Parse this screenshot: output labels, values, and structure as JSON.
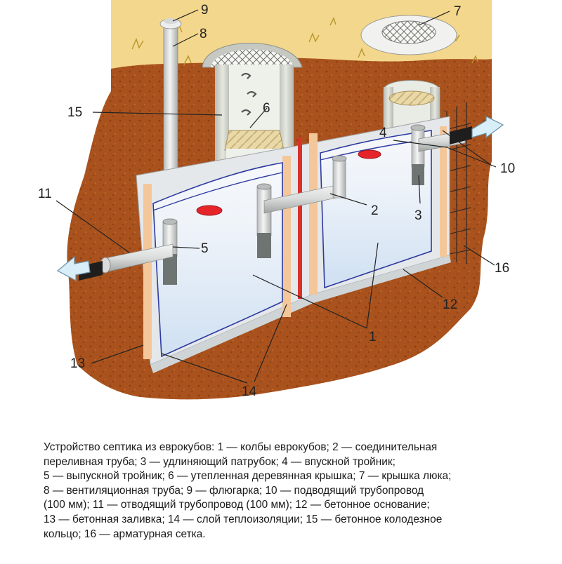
{
  "diagram": {
    "labels": [
      "1",
      "2",
      "3",
      "4",
      "5",
      "6",
      "7",
      "8",
      "9",
      "10",
      "11",
      "12",
      "13",
      "14",
      "15",
      "16"
    ]
  },
  "caption": {
    "lines": [
      "Устройство септика из еврокубов: 1 — колбы еврокубов; 2 — соединительная",
      "переливная труба; 3 — удлиняющий патрубок; 4 — впускной тройник;",
      "5 — выпускной тройник; 6 — утепленная деревянная крышка; 7 — крышка люка;",
      "8 — вентиляционная труба; 9 — флюгарка; 10 — подводящий трубопровод",
      "(100 мм); 11 — отводящий трубопровод (100 мм); 12 — бетонное основание;",
      "13 — бетонная заливка; 14 — слой теплоизоляции; 15 — бетонное колодезное",
      "кольцо; 16 — арматурная сетка."
    ]
  },
  "colors": {
    "soil": "#a8501c",
    "grass": "#f2d487",
    "concrete": "#e3e6e8",
    "insulation": "#f3c79a",
    "water": "#d8e7f6",
    "cap": "#e6252a",
    "arrow": "#d8eef8"
  }
}
